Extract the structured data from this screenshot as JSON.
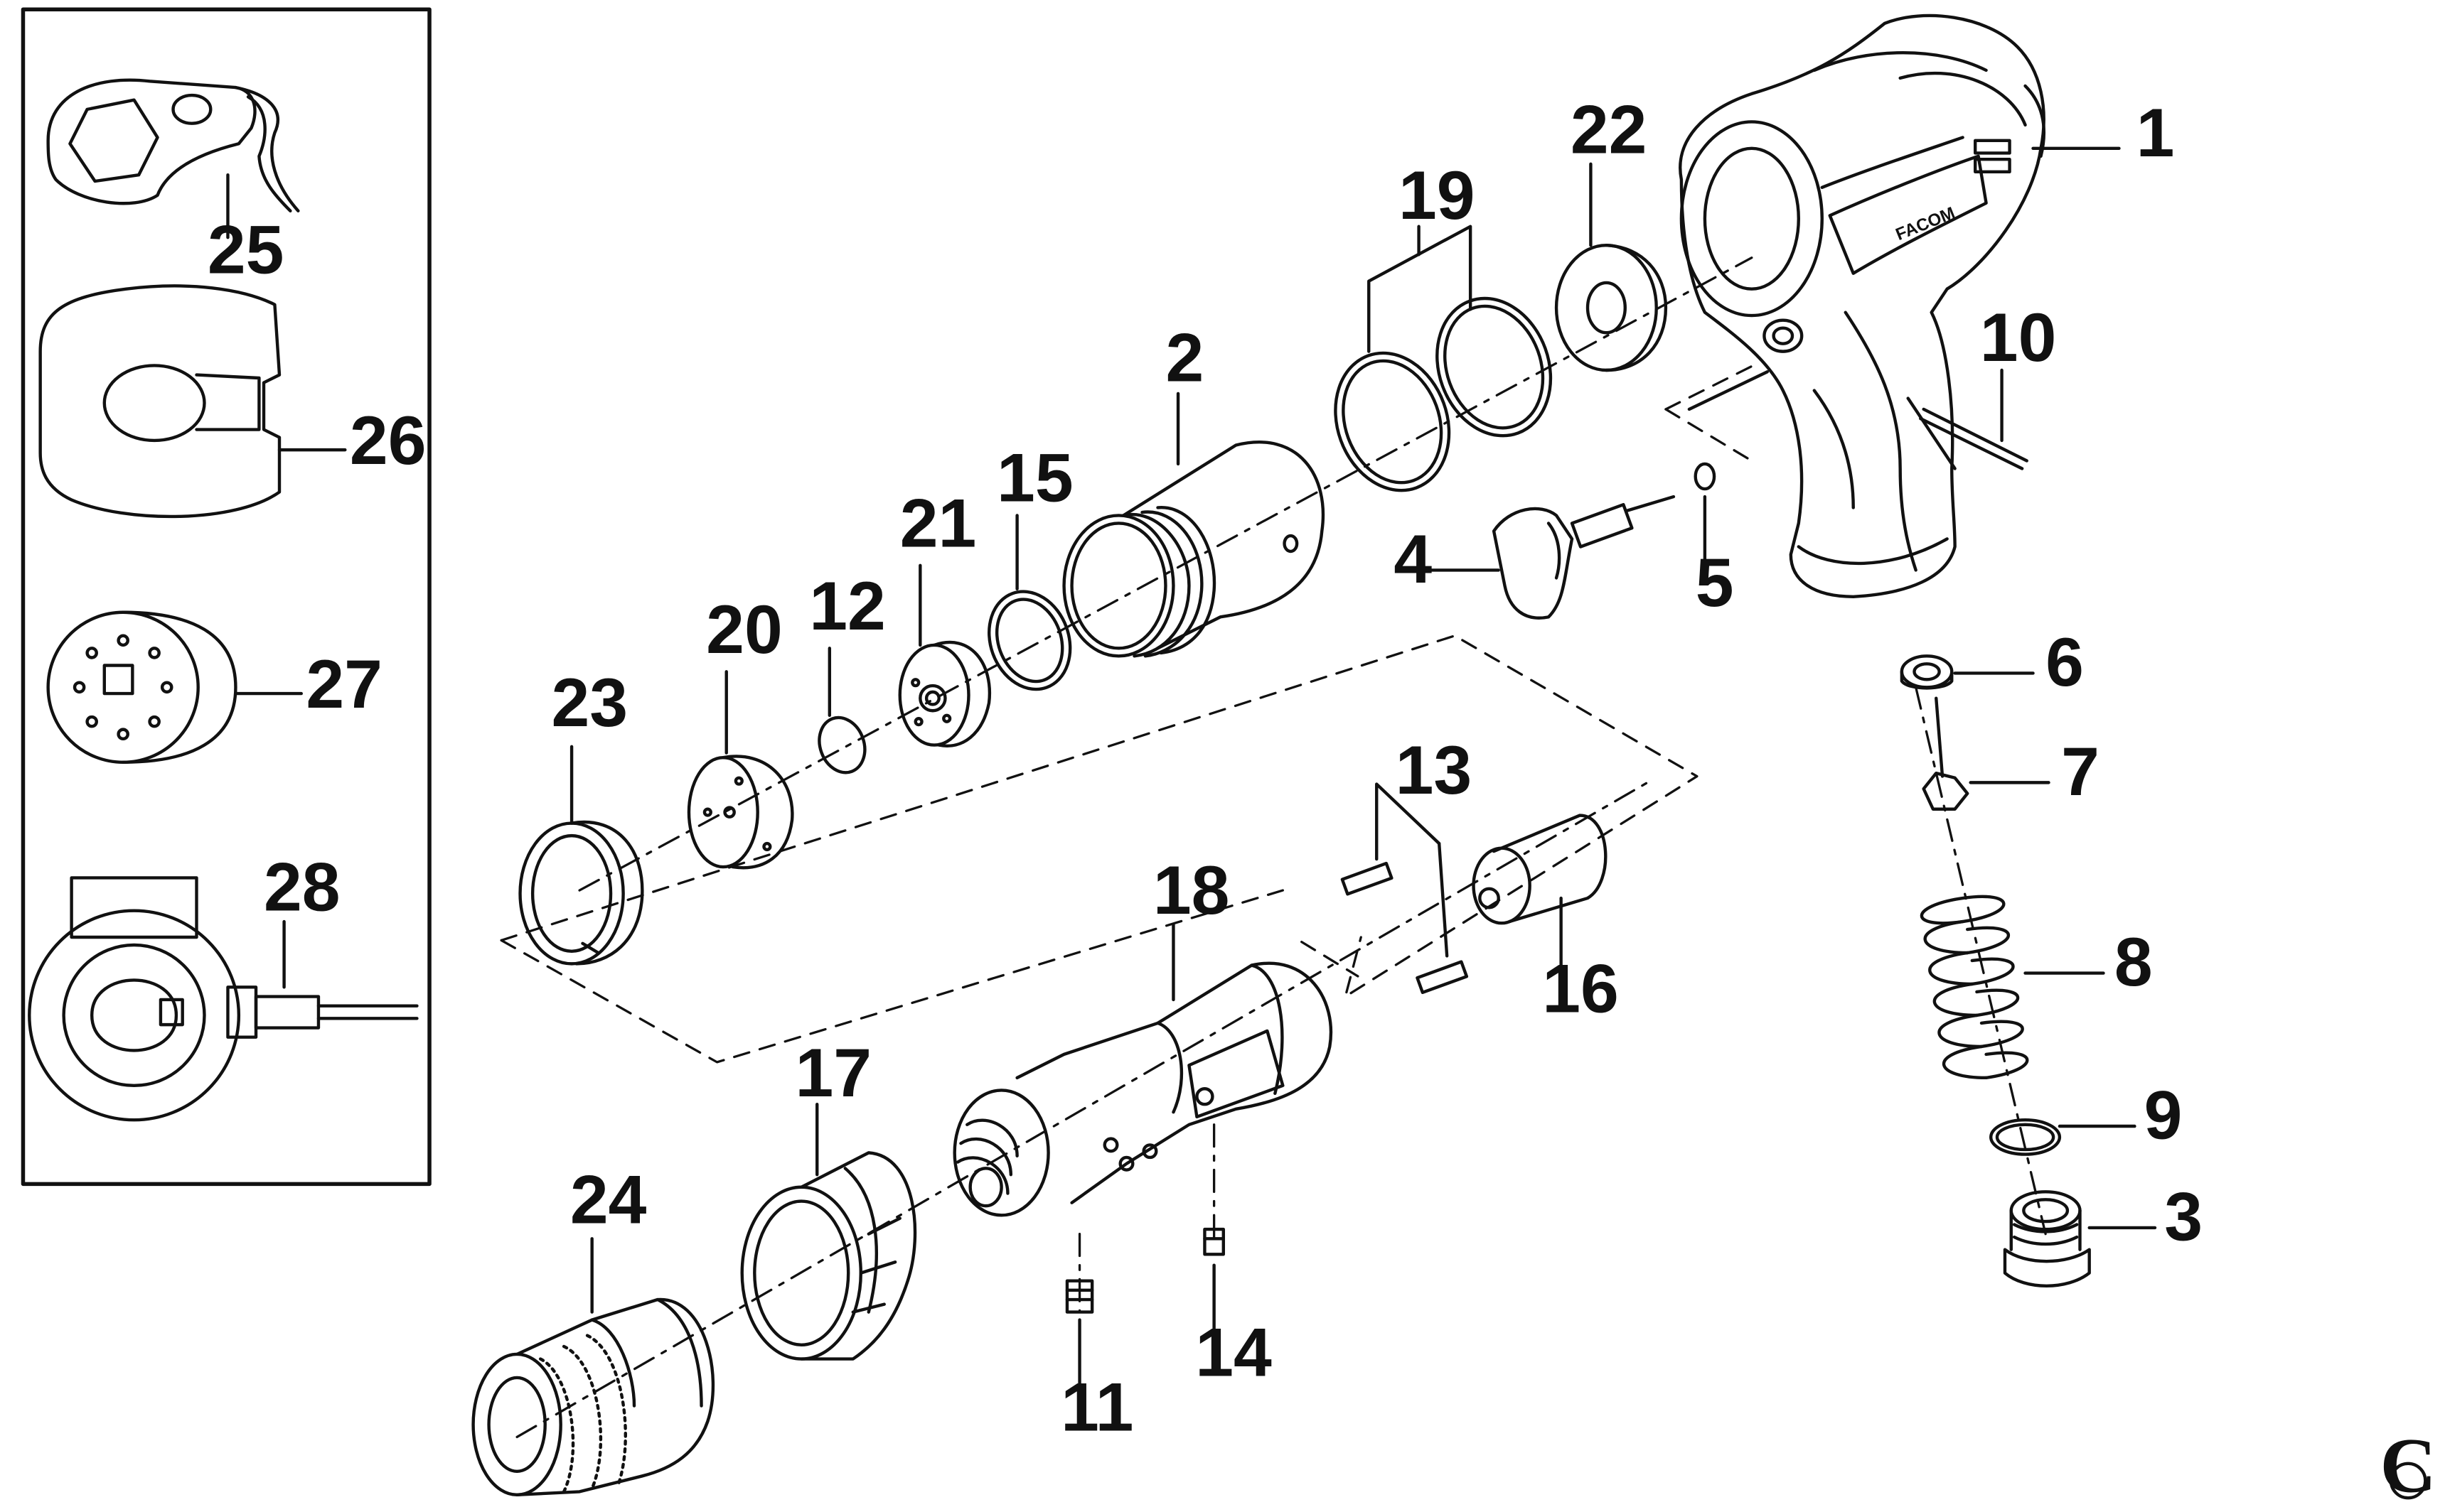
{
  "diagram": {
    "copyright_symbol": "C",
    "inset_labels": [
      "25",
      "26",
      "27",
      "28"
    ],
    "part_labels": [
      "1",
      "2",
      "3",
      "4",
      "5",
      "6",
      "7",
      "8",
      "9",
      "10",
      "11",
      "12",
      "13",
      "14",
      "15",
      "16",
      "17",
      "18",
      "19",
      "20",
      "21",
      "22",
      "23",
      "24"
    ],
    "brand_text": "FACOM",
    "line_color": "#111111",
    "background_color": "#ffffff"
  }
}
